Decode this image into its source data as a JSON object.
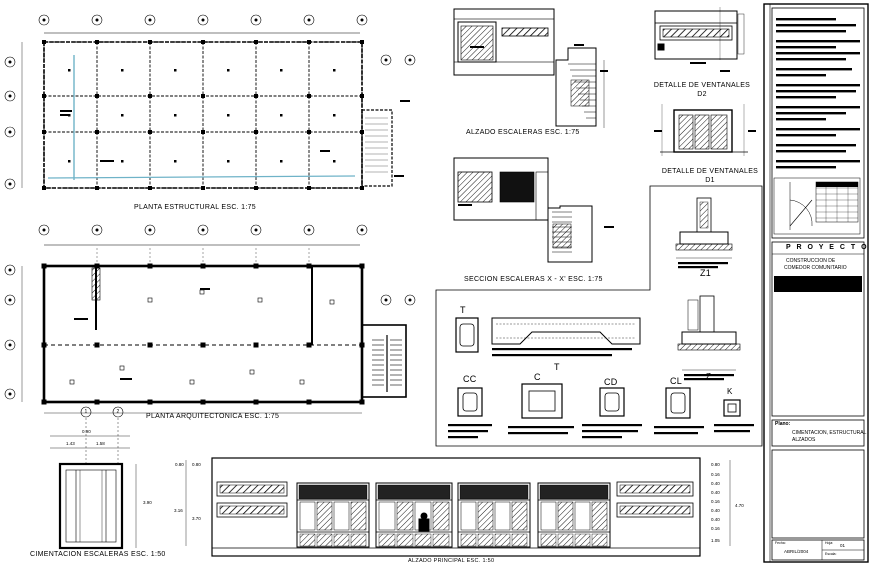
{
  "views": {
    "planta_estructural": "PLANTA ESTRUCTURAL ESC. 1:75",
    "planta_arquitectonica": "PLANTA ARQUITECTONICA  ESC. 1:75",
    "alzado_escaleras": "ALZADO ESCALERAS  ESC. 1:75",
    "seccion_escaleras": "SECCION ESCALERAS  X - X'  ESC. 1:75",
    "detalle_ventanales_d2": [
      "DETALLE DE VENTANALES",
      "D2"
    ],
    "detalle_ventanales_d1": [
      "DETALLE DE VENTANALES",
      "D1"
    ],
    "cimentacion_escaleras": "CIMENTACION ESCALERAS  ESC. 1:50",
    "alzado_principal": "ALZADO PRINCIPAL  ESC. 1:50"
  },
  "sections": {
    "t": "T",
    "t_viga": "T",
    "cc": "CC",
    "c": "C",
    "cd": "CD",
    "cl": "CL",
    "k": "K",
    "z1": "Z1",
    "z": "Z"
  },
  "axes": {
    "f1": "1",
    "f2": "2"
  },
  "dimensions": {
    "cim_top": "0.90",
    "cim_left": "1.43",
    "cim_right": "1.58",
    "cim_height": "3.90",
    "alz_left_top": [
      "0.80",
      "0.80"
    ],
    "alz_left_mid": "3.70",
    "alz_left_low": "3.16",
    "alz_right": [
      "0.80",
      "0.16",
      "0.40",
      "0.40",
      "0.16",
      "0.40",
      "0.40",
      "0.16",
      "1.05"
    ],
    "alz_total": "4.70"
  },
  "title_block": {
    "proyecto_label": "P R O Y E C T O",
    "proyecto_name": [
      "CONSTRUCCION DE",
      "COMEDOR COMUNITARIO"
    ],
    "plano_label": "Plano:",
    "plano_name": [
      "CIMENTACION, ESTRUCTURAL",
      "ALZADOS"
    ],
    "fecha_label": "Fecha:",
    "fecha_value": "ABRIL/2004",
    "hoja_label": "Hoja:",
    "hoja_value": "01",
    "escala_label": "Escala:"
  }
}
